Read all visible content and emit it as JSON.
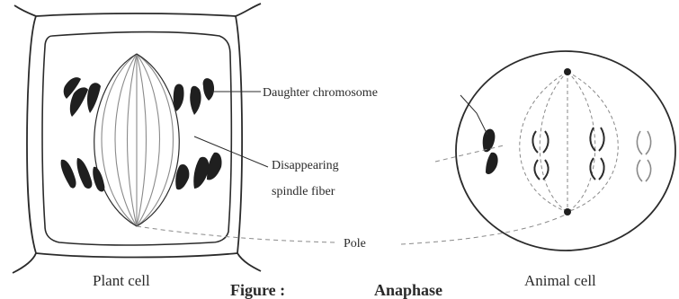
{
  "figure": {
    "caption_prefix": "Figure :",
    "caption_title": "Anaphase"
  },
  "labels": {
    "daughter_chromosome": "Daughter chromosome",
    "disappearing_line1": "Disappearing",
    "disappearing_line2": "spindle fiber",
    "pole": "Pole"
  },
  "cells": {
    "plant": "Plant cell",
    "animal": "Animal cell"
  },
  "colors": {
    "ink": "#2b2b2b",
    "faint": "#8a8a8a",
    "background": "#ffffff"
  }
}
